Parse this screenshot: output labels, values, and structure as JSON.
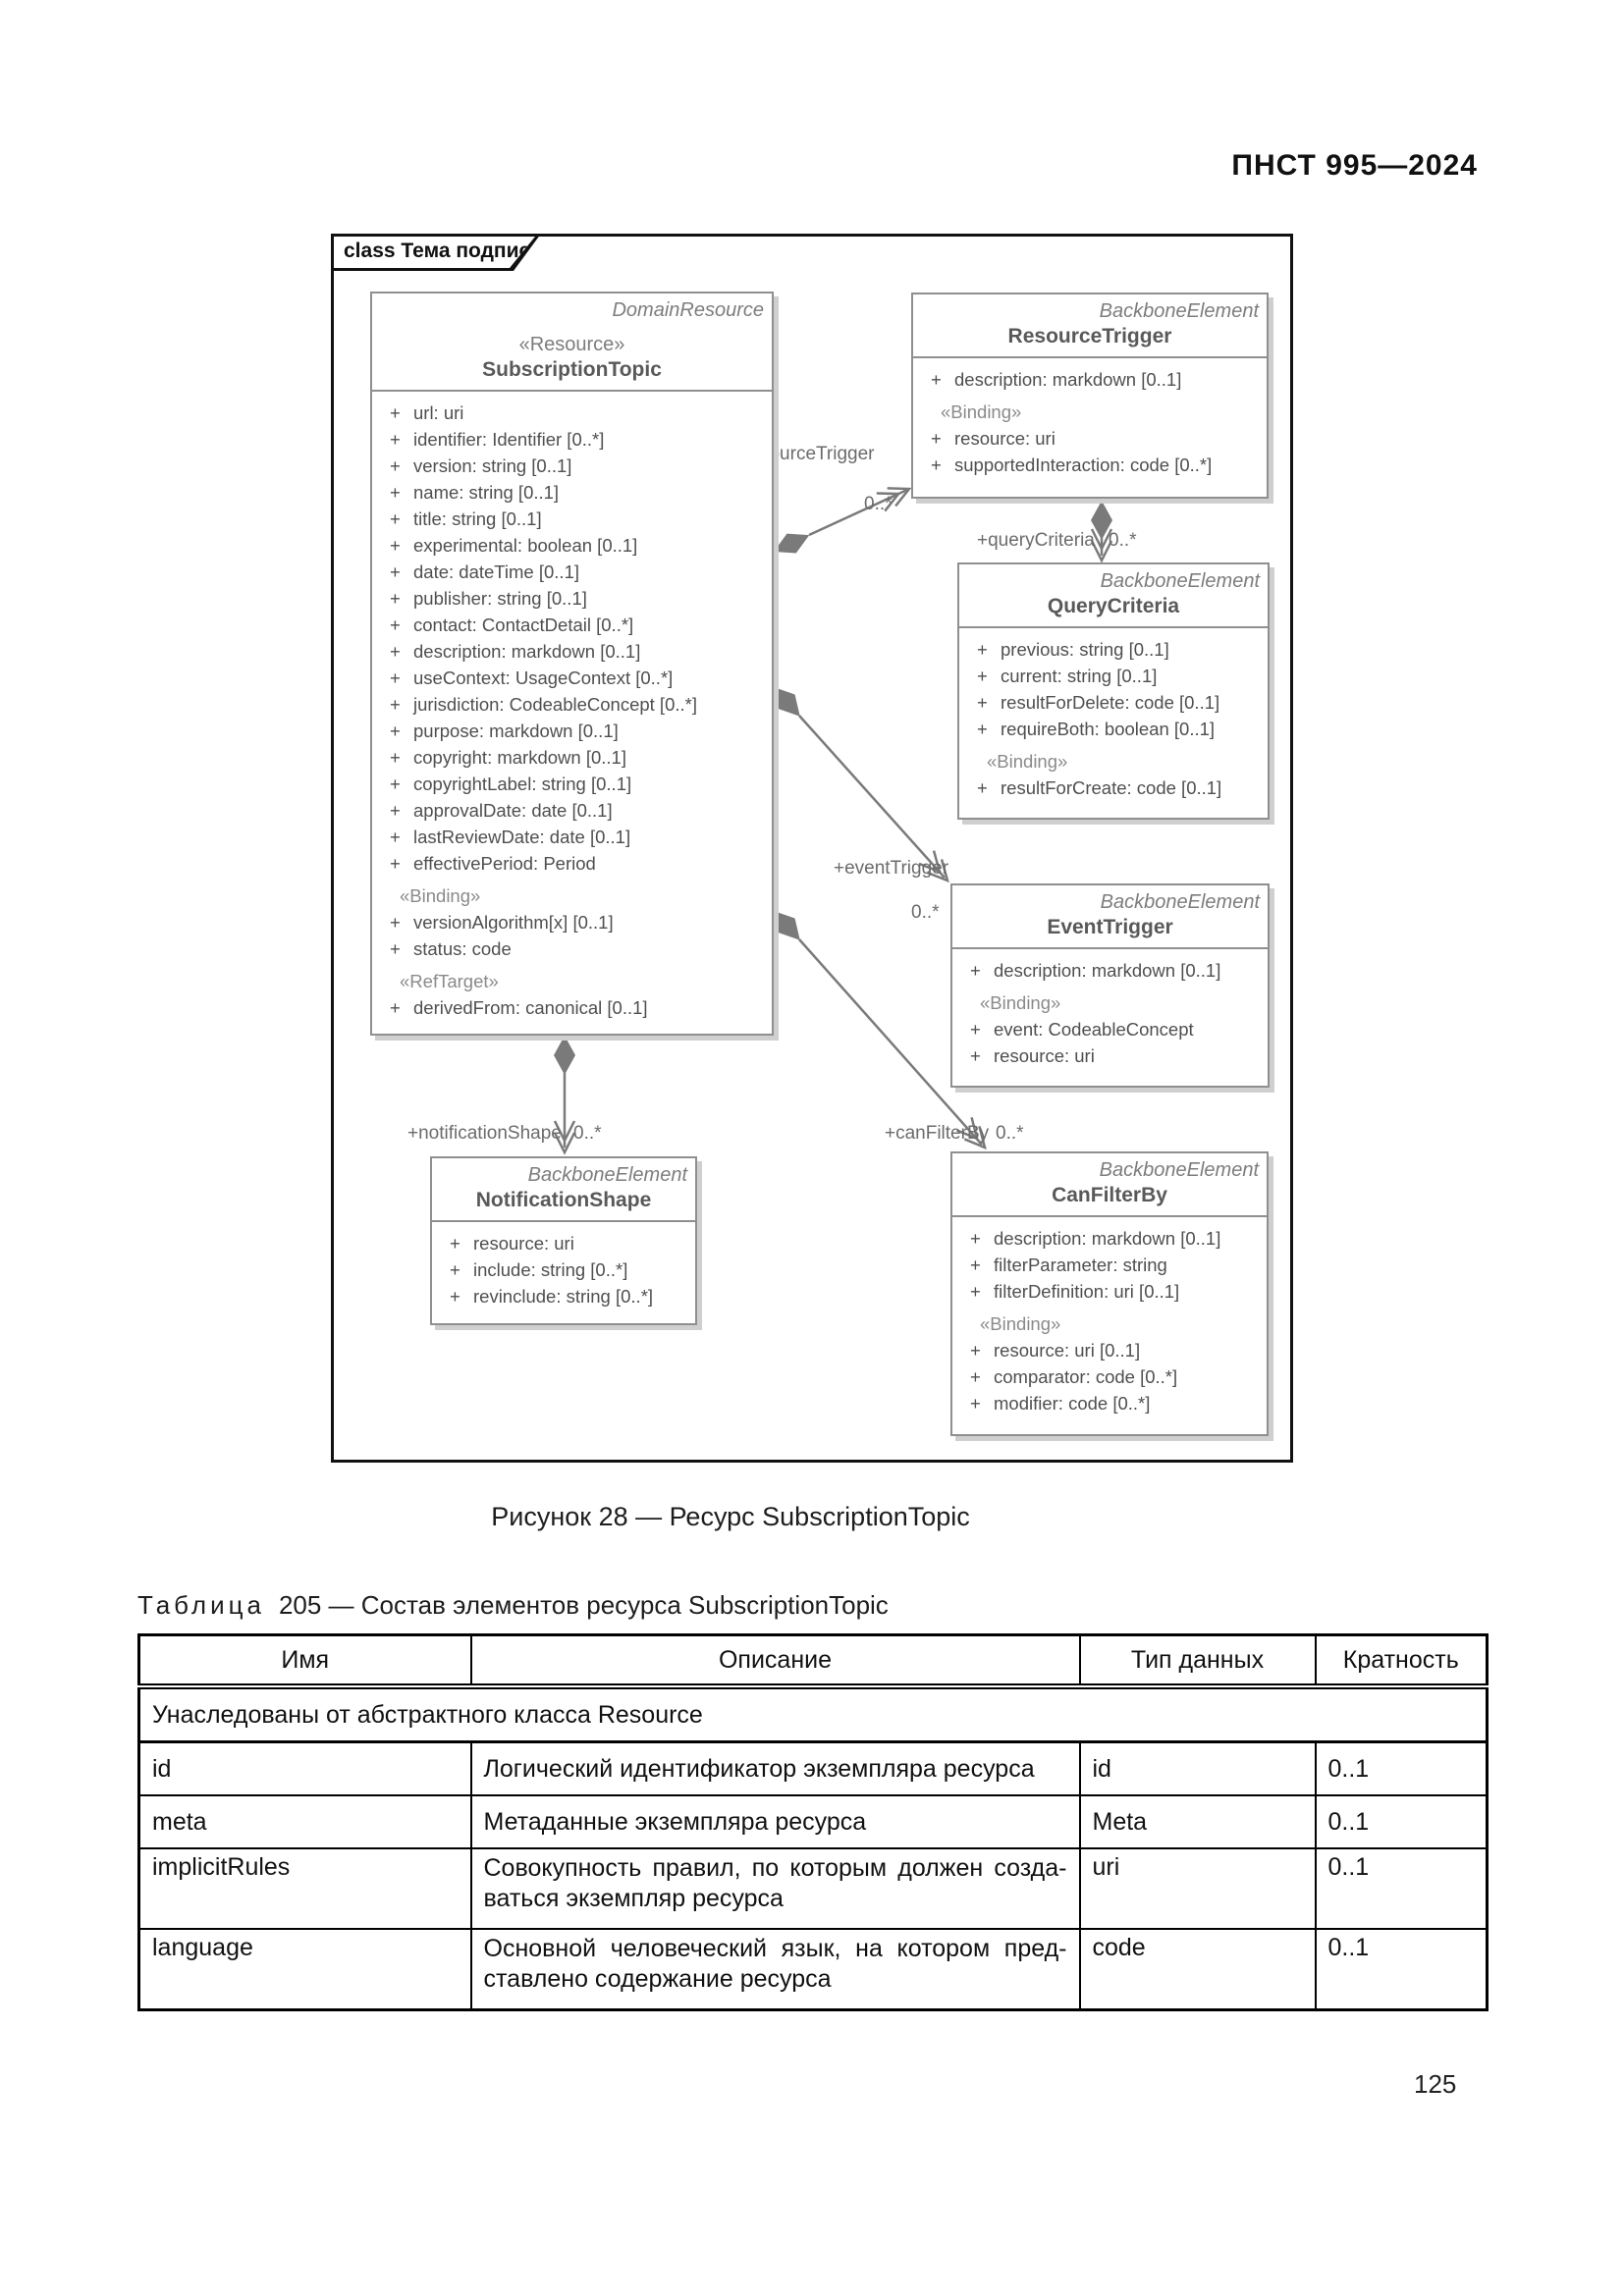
{
  "page": {
    "header": "ПНСТ 995—2024",
    "number": "125"
  },
  "frame": {
    "label": "class Тема подписки"
  },
  "dg": {
    "plus": "+",
    "st": {
      "parent": "DomainResource",
      "stereo": "«Resource»",
      "name": "SubscriptionTopic",
      "attrs": [
        "url: uri",
        "identifier: Identifier [0..*]",
        "version: string [0..1]",
        "name: string [0..1]",
        "title: string [0..1]",
        "experimental: boolean [0..1]",
        "date: dateTime [0..1]",
        "publisher: string [0..1]",
        "contact: ContactDetail [0..*]",
        "description: markdown [0..1]",
        "useContext: UsageContext [0..*]",
        "jurisdiction: CodeableConcept [0..*]",
        "purpose: markdown [0..1]",
        "copyright: markdown [0..1]",
        "copyrightLabel: string [0..1]",
        "approvalDate: date [0..1]",
        "lastReviewDate: date [0..1]",
        "effectivePeriod: Period"
      ],
      "bindingLabel": "«Binding»",
      "binding": [
        "versionAlgorithm[x] [0..1]",
        "status: code"
      ],
      "refTargetLabel": "«RefTarget»",
      "refTarget": [
        "derivedFrom: canonical [0..1]"
      ]
    },
    "rt": {
      "parent": "BackboneElement",
      "name": "ResourceTrigger",
      "attrs": [
        "description: markdown [0..1]"
      ],
      "bindingLabel": "«Binding»",
      "binding": [
        "resource: uri",
        "supportedInteraction: code [0..*]"
      ]
    },
    "qc": {
      "parent": "BackboneElement",
      "name": "QueryCriteria",
      "attrs": [
        "previous: string [0..1]",
        "current: string [0..1]",
        "resultForDelete: code [0..1]",
        "requireBoth: boolean [0..1]"
      ],
      "bindingLabel": "«Binding»",
      "binding": [
        "resultForCreate: code [0..1]"
      ]
    },
    "et": {
      "parent": "BackboneElement",
      "name": "EventTrigger",
      "attrs": [
        "description: markdown [0..1]"
      ],
      "bindingLabel": "«Binding»",
      "binding": [
        "event: CodeableConcept",
        "resource: uri"
      ]
    },
    "ns": {
      "parent": "BackboneElement",
      "name": "NotificationShape",
      "attrs": [
        "resource: uri",
        "include: string [0..*]",
        "revinclude: string [0..*]"
      ]
    },
    "cf": {
      "parent": "BackboneElement",
      "name": "CanFilterBy",
      "attrs": [
        "description: markdown [0..1]",
        "filterParameter: string",
        "filterDefinition: uri [0..1]"
      ],
      "bindingLabel": "«Binding»",
      "binding": [
        "resource: uri [0..1]",
        "comparator: code [0..*]",
        "modifier: code [0..*]"
      ]
    },
    "connectors": {
      "resourceTrigger": {
        "role": "+resourceTrigger",
        "mult": "0..*"
      },
      "queryCriteria": {
        "role": "+queryCriteria",
        "mult": "0..*"
      },
      "eventTrigger": {
        "role": "+eventTrigger",
        "mult": "0..*"
      },
      "canFilterBy": {
        "role": "+canFilterBy",
        "mult": "0..*"
      },
      "notificationShape": {
        "role": "+notificationShape",
        "mult": "0..*"
      }
    }
  },
  "caption": "Рисунок 28 — Ресурс SubscriptionTopic",
  "table": {
    "title_label": "Таблица",
    "title_rest": "205 — Состав элементов ресурса SubscriptionTopic",
    "headers": [
      "Имя",
      "Описание",
      "Тип данных",
      "Кратность"
    ],
    "group_row": "Унаследованы от абстрактного класса Resource",
    "rows": [
      {
        "name": "id",
        "desc_lines": [
          "Логический идентификатор экземпляра ресурса"
        ],
        "type": "id",
        "card": "0..1"
      },
      {
        "name": "meta",
        "desc_lines": [
          "Метаданные экземпляра ресурса"
        ],
        "type": "Meta",
        "card": "0..1"
      },
      {
        "name": "implicitRules",
        "desc_lines": [
          "Совокупность правил, по которым должен созда-",
          "ваться экземпляр ресурса"
        ],
        "type": "uri",
        "card": "0..1"
      },
      {
        "name": "language",
        "desc_lines": [
          "Основной человеческий язык, на котором пред-",
          "ставлено содержание ресурса"
        ],
        "type": "code",
        "card": "0..1"
      }
    ]
  }
}
